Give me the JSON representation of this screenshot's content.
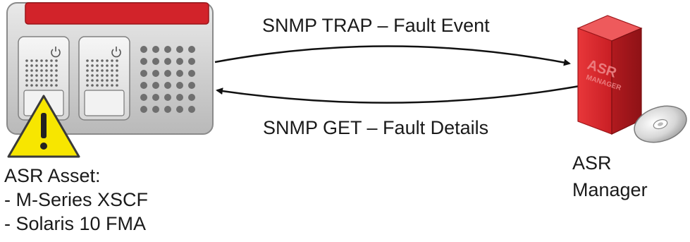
{
  "arrows": {
    "trap_label": "SNMP TRAP – Fault Event",
    "get_label": "SNMP GET – Fault Details"
  },
  "asset": {
    "title": "ASR Asset:",
    "items": [
      "- M-Series XSCF",
      "- Solaris 10 FMA"
    ],
    "warning_icon": "warning-triangle-icon",
    "power_icon": "power-icon"
  },
  "manager": {
    "label_line1": "ASR",
    "label_line2": "Manager",
    "box_text_line1": "ASR",
    "box_text_line2": "MANAGER",
    "disc_icon": "cd-disc-icon"
  },
  "colors": {
    "server_red": "#d2232a",
    "box_red": "#d9262b",
    "warning_yellow": "#f7e600",
    "chassis_gray": "#c8c8c8"
  }
}
